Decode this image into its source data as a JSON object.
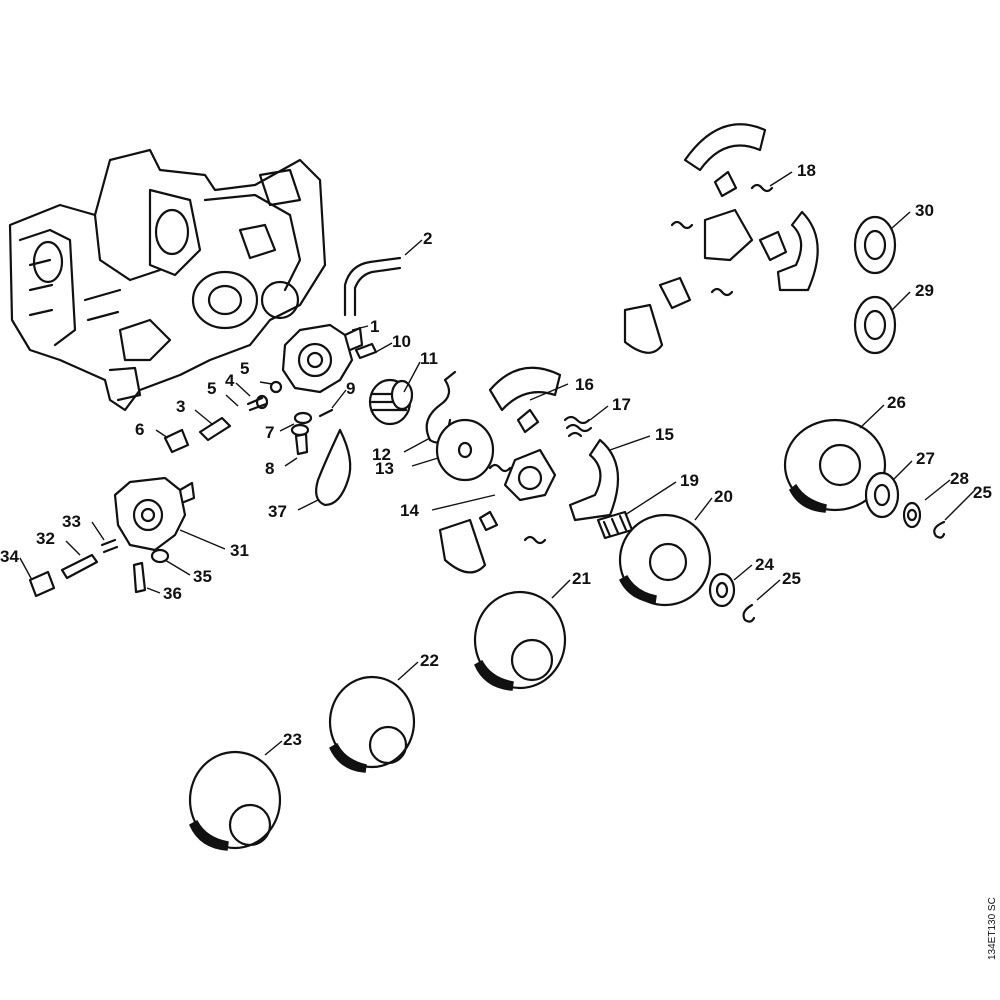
{
  "diagram_code": "134ET130 SC",
  "callouts": [
    {
      "id": "c2",
      "label": "2"
    },
    {
      "id": "c1",
      "label": "1"
    },
    {
      "id": "c10",
      "label": "10"
    },
    {
      "id": "c11",
      "label": "11"
    },
    {
      "id": "c9",
      "label": "9"
    },
    {
      "id": "c5a",
      "label": "5"
    },
    {
      "id": "c4",
      "label": "4"
    },
    {
      "id": "c5b",
      "label": "5"
    },
    {
      "id": "c3",
      "label": "3"
    },
    {
      "id": "c6",
      "label": "6"
    },
    {
      "id": "c7",
      "label": "7"
    },
    {
      "id": "c8",
      "label": "8"
    },
    {
      "id": "c12",
      "label": "12"
    },
    {
      "id": "c13",
      "label": "13"
    },
    {
      "id": "c14",
      "label": "14"
    },
    {
      "id": "c16",
      "label": "16"
    },
    {
      "id": "c17",
      "label": "17"
    },
    {
      "id": "c15",
      "label": "15"
    },
    {
      "id": "c18",
      "label": "18"
    },
    {
      "id": "c30",
      "label": "30"
    },
    {
      "id": "c29",
      "label": "29"
    },
    {
      "id": "c26",
      "label": "26"
    },
    {
      "id": "c27",
      "label": "27"
    },
    {
      "id": "c28",
      "label": "28"
    },
    {
      "id": "c25a",
      "label": "25"
    },
    {
      "id": "c19",
      "label": "19"
    },
    {
      "id": "c20",
      "label": "20"
    },
    {
      "id": "c24",
      "label": "24"
    },
    {
      "id": "c25b",
      "label": "25"
    },
    {
      "id": "c21",
      "label": "21"
    },
    {
      "id": "c22",
      "label": "22"
    },
    {
      "id": "c23",
      "label": "23"
    },
    {
      "id": "c33",
      "label": "33"
    },
    {
      "id": "c32",
      "label": "32"
    },
    {
      "id": "c31",
      "label": "31"
    },
    {
      "id": "c34",
      "label": "34"
    },
    {
      "id": "c35",
      "label": "35"
    },
    {
      "id": "c36",
      "label": "36"
    },
    {
      "id": "c37",
      "label": "37"
    }
  ]
}
